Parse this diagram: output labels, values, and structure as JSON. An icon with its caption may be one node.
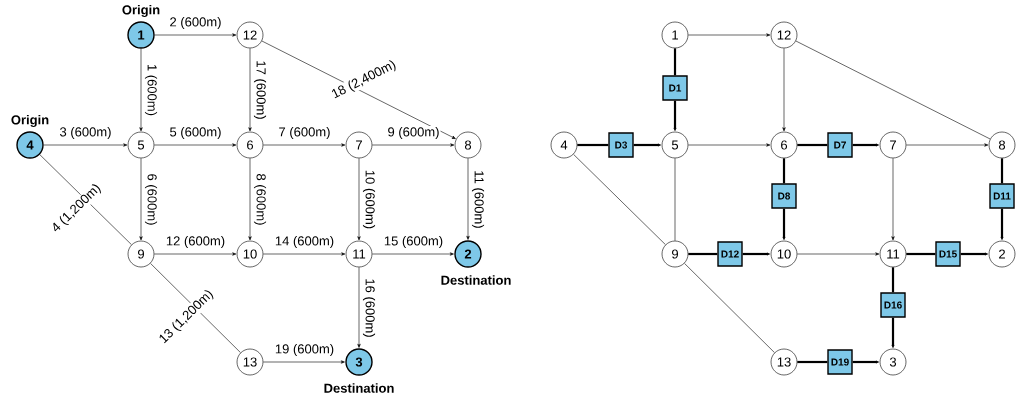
{
  "diagram": {
    "nodes": [
      {
        "text": [
          "1"
        ],
        "beside": [
          "Origin"
        ]
      },
      {
        "text": [
          "2"
        ],
        "beside": [
          "Destination"
        ]
      },
      {
        "text": [
          "3"
        ],
        "beside": [
          "Destination"
        ]
      },
      {
        "text": [
          "4"
        ],
        "beside": [
          "Origin"
        ]
      },
      {
        "text": [
          "5"
        ]
      },
      {
        "text": [
          "6"
        ]
      },
      {
        "text": [
          "7"
        ]
      },
      {
        "text": [
          "8"
        ]
      },
      {
        "text": [
          "9"
        ]
      },
      {
        "text": [
          "10"
        ]
      },
      {
        "text": [
          "11"
        ]
      },
      {
        "text": [
          "12"
        ]
      },
      {
        "text": [
          "13"
        ]
      },
      {
        "text": [
          "1"
        ]
      },
      {
        "text": [
          "2"
        ]
      },
      {
        "text": [
          "3"
        ]
      },
      {
        "text": [
          "4"
        ]
      },
      {
        "text": [
          "5"
        ]
      },
      {
        "text": [
          "6"
        ]
      },
      {
        "text": [
          "7"
        ]
      },
      {
        "text": [
          "8"
        ]
      },
      {
        "text": [
          "9"
        ]
      },
      {
        "text": [
          "10"
        ]
      },
      {
        "text": [
          "11"
        ]
      },
      {
        "text": [
          "12"
        ]
      },
      {
        "text": [
          "13"
        ]
      },
      {
        "text": [
          "D1"
        ]
      },
      {
        "text": [
          "D3"
        ]
      },
      {
        "text": [
          "D7"
        ]
      },
      {
        "text": [
          "D8"
        ]
      },
      {
        "text": [
          "D11"
        ]
      },
      {
        "text": [
          "D12"
        ]
      },
      {
        "text": [
          "D15"
        ]
      },
      {
        "text": [
          "D16"
        ]
      },
      {
        "text": [
          "D19"
        ]
      }
    ],
    "edges": [
      {
        "from": 0,
        "to": 4,
        "arrow": "to",
        "label": "1 (600m)"
      },
      {
        "from": 0,
        "to": 11,
        "arrow": "to",
        "label": "2 (600m)"
      },
      {
        "from": 3,
        "to": 4,
        "arrow": "to",
        "label": "3 (600m)"
      },
      {
        "from": 3,
        "to": 8,
        "arrow": "none",
        "label": "4 (1,200m)"
      },
      {
        "from": 4,
        "to": 5,
        "arrow": "to",
        "label": "5 (600m)"
      },
      {
        "from": 4,
        "to": 8,
        "arrow": "to",
        "label": "6 (600m)"
      },
      {
        "from": 5,
        "to": 6,
        "arrow": "to",
        "label": "7 (600m)"
      },
      {
        "from": 5,
        "to": 9,
        "arrow": "to",
        "label": "8 (600m)"
      },
      {
        "from": 6,
        "to": 7,
        "arrow": "to",
        "label": "9 (600m)"
      },
      {
        "from": 6,
        "to": 10,
        "arrow": "to",
        "label": "10 (600m)"
      },
      {
        "from": 7,
        "to": 1,
        "arrow": "to",
        "label": "11 (600m)"
      },
      {
        "from": 8,
        "to": 9,
        "arrow": "to",
        "label": "12 (600m)"
      },
      {
        "from": 8,
        "to": 12,
        "arrow": "none",
        "label": "13 (1,200m)"
      },
      {
        "from": 9,
        "to": 10,
        "arrow": "to",
        "label": "14 (600m)"
      },
      {
        "from": 10,
        "to": 1,
        "arrow": "to",
        "label": "15 (600m)"
      },
      {
        "from": 10,
        "to": 2,
        "arrow": "to",
        "label": "16 (600m)"
      },
      {
        "from": 11,
        "to": 5,
        "arrow": "to",
        "label": "17 (600m)"
      },
      {
        "from": 11,
        "to": 7,
        "arrow": "to",
        "label": "18 (2,400m)"
      },
      {
        "from": 12,
        "to": 2,
        "arrow": "to",
        "label": "19 (600m)"
      },
      {
        "from": 13,
        "to": 26,
        "arrow": "none",
        "style": "thick"
      },
      {
        "from": 26,
        "to": 17,
        "arrow": "to",
        "style": "thick"
      },
      {
        "from": 13,
        "to": 24,
        "arrow": "to"
      },
      {
        "from": 24,
        "to": 18,
        "arrow": "to"
      },
      {
        "from": 24,
        "to": 20,
        "arrow": "none"
      },
      {
        "from": 16,
        "to": 27,
        "arrow": "none",
        "style": "thick"
      },
      {
        "from": 27,
        "to": 17,
        "arrow": "to",
        "style": "thick"
      },
      {
        "from": 16,
        "to": 21,
        "arrow": "none"
      },
      {
        "from": 17,
        "to": 18,
        "arrow": "to"
      },
      {
        "from": 17,
        "to": 21,
        "arrow": "none"
      },
      {
        "from": 18,
        "to": 28,
        "arrow": "none",
        "style": "thick"
      },
      {
        "from": 28,
        "to": 19,
        "arrow": "to",
        "style": "thick"
      },
      {
        "from": 18,
        "to": 29,
        "arrow": "none",
        "style": "thick"
      },
      {
        "from": 29,
        "to": 22,
        "arrow": "to",
        "style": "thick"
      },
      {
        "from": 19,
        "to": 20,
        "arrow": "to"
      },
      {
        "from": 19,
        "to": 23,
        "arrow": "to"
      },
      {
        "from": 20,
        "to": 30,
        "arrow": "none",
        "style": "thick"
      },
      {
        "from": 30,
        "to": 14,
        "arrow": "to",
        "style": "thick"
      },
      {
        "from": 21,
        "to": 31,
        "arrow": "none",
        "style": "thick"
      },
      {
        "from": 31,
        "to": 22,
        "arrow": "to",
        "style": "thick"
      },
      {
        "from": 21,
        "to": 25,
        "arrow": "none"
      },
      {
        "from": 22,
        "to": 23,
        "arrow": "to"
      },
      {
        "from": 23,
        "to": 32,
        "arrow": "none",
        "style": "thick"
      },
      {
        "from": 32,
        "to": 14,
        "arrow": "to",
        "style": "thick"
      },
      {
        "from": 23,
        "to": 33,
        "arrow": "none",
        "style": "thick"
      },
      {
        "from": 33,
        "to": 15,
        "arrow": "to",
        "style": "thick"
      },
      {
        "from": 25,
        "to": 34,
        "arrow": "none",
        "style": "thick"
      },
      {
        "from": 34,
        "to": 15,
        "arrow": "to",
        "style": "thick"
      }
    ]
  }
}
